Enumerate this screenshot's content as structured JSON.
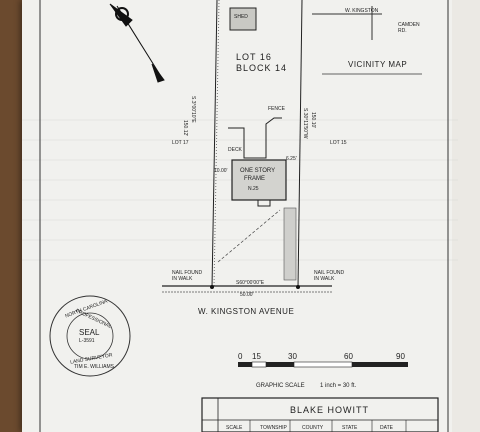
{
  "lot": {
    "line1": "LOT 16",
    "line2": "BLOCK 14"
  },
  "labels": {
    "lot_left": "LOT 17",
    "lot_right": "LOT 15",
    "fence": "FENCE",
    "deck": "DECK",
    "shed": "SHED",
    "house_line1": "ONE STORY",
    "house_line2": "FRAME",
    "house_num": "N.25",
    "bearing_left": "S.3°00'10\"E",
    "bearing_right": "S.30°11'50\"W",
    "dist_left": "150.12'",
    "dist_right": "150.10'",
    "meas1": "10.00'",
    "meas2": "6.25'",
    "nail_left_1": "NAIL FOUND",
    "nail_left_2": "IN WALK",
    "nail_right_1": "NAIL FOUND",
    "nail_right_2": "IN WALK",
    "front_bearing": "S60°00'00\"E",
    "front_dist": "50.00'",
    "street": "W. KINGSTON AVENUE"
  },
  "vicinity": {
    "street": "W. KINGSTON",
    "road1": "CAMDEN",
    "road2": "RD.",
    "title": "VICINITY MAP"
  },
  "seal": {
    "top_text": "NORTH CAROLINA",
    "prof_text": "PROFESSIONAL",
    "center": "SEAL",
    "number": "L-3591",
    "bottom_text": "LAND SURVEYOR",
    "name": "TIM E. WILLIAMS"
  },
  "scale": {
    "ticks": [
      "0",
      "15",
      "30",
      "60",
      "90"
    ],
    "label": "GRAPHIC SCALE",
    "ratio": "1 inch = 30 ft."
  },
  "titleblock": {
    "name": "BLAKE HOWITT",
    "cols": [
      "SCALE",
      "TOWNSHIP",
      "COUNTY",
      "STATE",
      "DATE"
    ]
  }
}
